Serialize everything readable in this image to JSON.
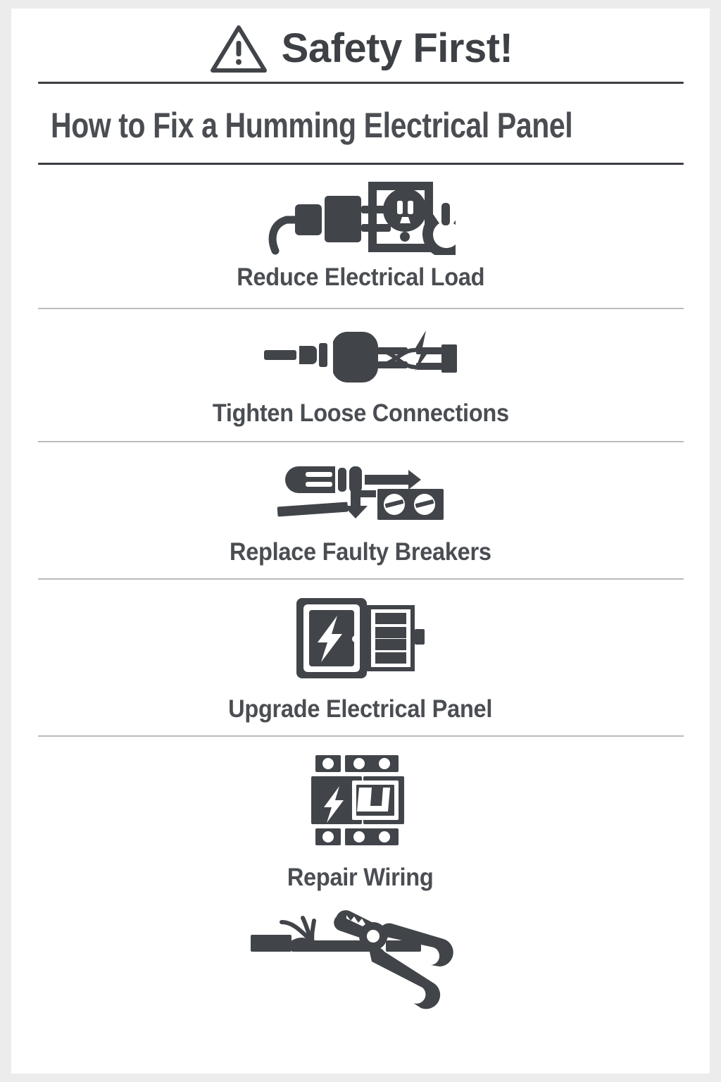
{
  "header": {
    "badge_icon": "warning-triangle-icon",
    "title": "Safety First!"
  },
  "main": {
    "title": "How to Fix a Humming Electrical Panel"
  },
  "steps": [
    {
      "label": "Reduce Electrical Load",
      "icon": "plug-outlet-power-icon"
    },
    {
      "label": "Tighten Loose Connections",
      "icon": "plug-twisted-wires-bolt-icon"
    },
    {
      "label": "Replace Faulty Breakers",
      "icon": "screwdriver-screw-plate-icon"
    },
    {
      "label": "Upgrade Electrical Panel",
      "icon": "electrical-panel-box-icon"
    },
    {
      "label": "Repair Wiring",
      "icon": "circuit-breaker-module-icon"
    },
    {
      "label": "",
      "icon": "pliers-cutting-wire-icon"
    }
  ],
  "colors": {
    "page_background": "#ececec",
    "card_background": "#ffffff",
    "ink": "#414449",
    "heading_text": "#3d4045",
    "body_text": "#4a4d52",
    "rule_strong": "#3a3d42",
    "rule_thin": "#b8babc"
  }
}
